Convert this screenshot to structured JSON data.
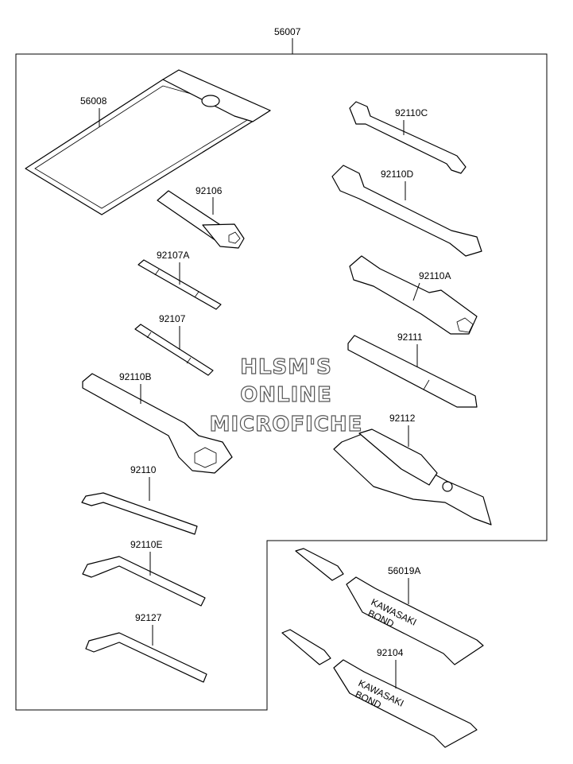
{
  "assembly_label": "56007",
  "parts": [
    {
      "id": "56008"
    },
    {
      "id": "92106"
    },
    {
      "id": "92107A"
    },
    {
      "id": "92107"
    },
    {
      "id": "92110B"
    },
    {
      "id": "92110"
    },
    {
      "id": "92110E"
    },
    {
      "id": "92127"
    },
    {
      "id": "92110C"
    },
    {
      "id": "92110D"
    },
    {
      "id": "92110A"
    },
    {
      "id": "92111"
    },
    {
      "id": "92112"
    },
    {
      "id": "56019A"
    },
    {
      "id": "92104"
    }
  ],
  "tube_text": {
    "line1": "KAWASAKI",
    "line2": "BOND"
  },
  "watermark": [
    "HLSM'S",
    "ONLINE",
    "MICROFICHE"
  ]
}
